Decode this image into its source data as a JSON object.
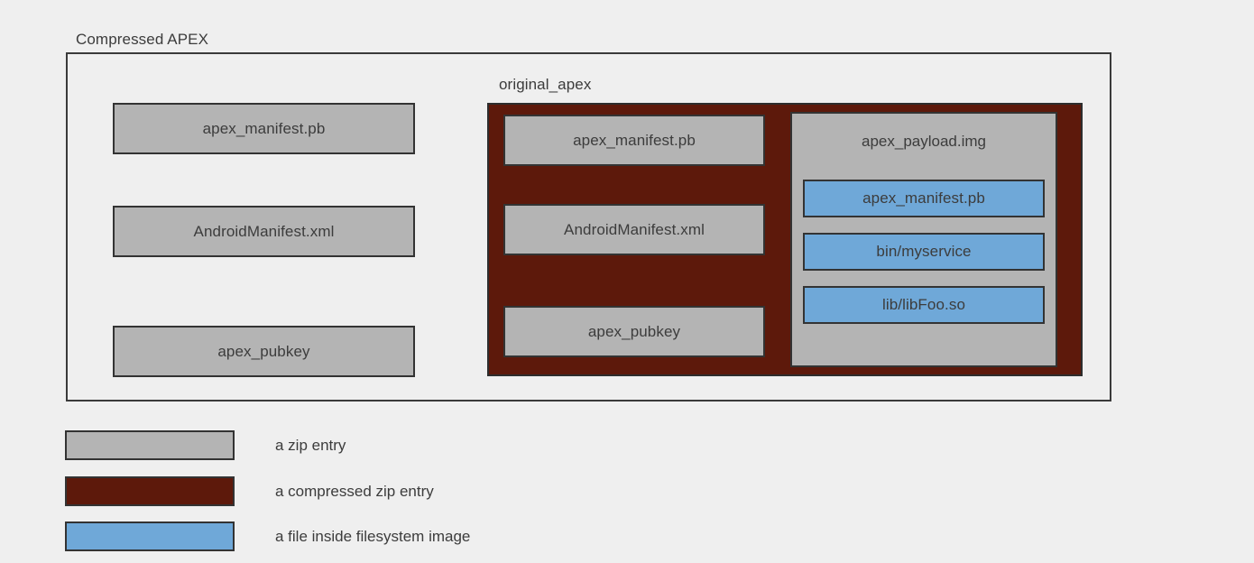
{
  "diagram": {
    "title": "Compressed APEX",
    "outer_container": {
      "caption": "Compressed APEX",
      "entries": [
        {
          "label": "apex_manifest.pb",
          "kind": "zip-entry"
        },
        {
          "label": "AndroidManifest.xml",
          "kind": "zip-entry"
        },
        {
          "label": "apex_pubkey",
          "kind": "zip-entry"
        }
      ]
    },
    "compressed_container": {
      "caption": "original_apex",
      "kind": "compressed-zip-entry",
      "entries": [
        {
          "label": "apex_manifest.pb",
          "kind": "zip-entry"
        },
        {
          "label": "AndroidManifest.xml",
          "kind": "zip-entry"
        },
        {
          "label": "apex_pubkey",
          "kind": "zip-entry"
        }
      ],
      "payload": {
        "title": "apex_payload.img",
        "kind": "zip-entry",
        "files": [
          {
            "label": "apex_manifest.pb",
            "kind": "filesystem-file"
          },
          {
            "label": "bin/myservice",
            "kind": "filesystem-file"
          },
          {
            "label": "lib/libFoo.so",
            "kind": "filesystem-file"
          }
        ]
      }
    },
    "legend": [
      {
        "label": "a zip entry",
        "color": "#b4b4b4"
      },
      {
        "label": "a compressed zip entry",
        "color": "#5d190b"
      },
      {
        "label": "a file inside filesystem image",
        "color": "#6fa8d8"
      }
    ],
    "colors": {
      "background": "#efefef",
      "zip_entry": "#b4b4b4",
      "compressed_zip_entry": "#5d190b",
      "filesystem_file": "#6fa8d8",
      "stroke": "#333333",
      "text": "#3c3c3c"
    }
  }
}
